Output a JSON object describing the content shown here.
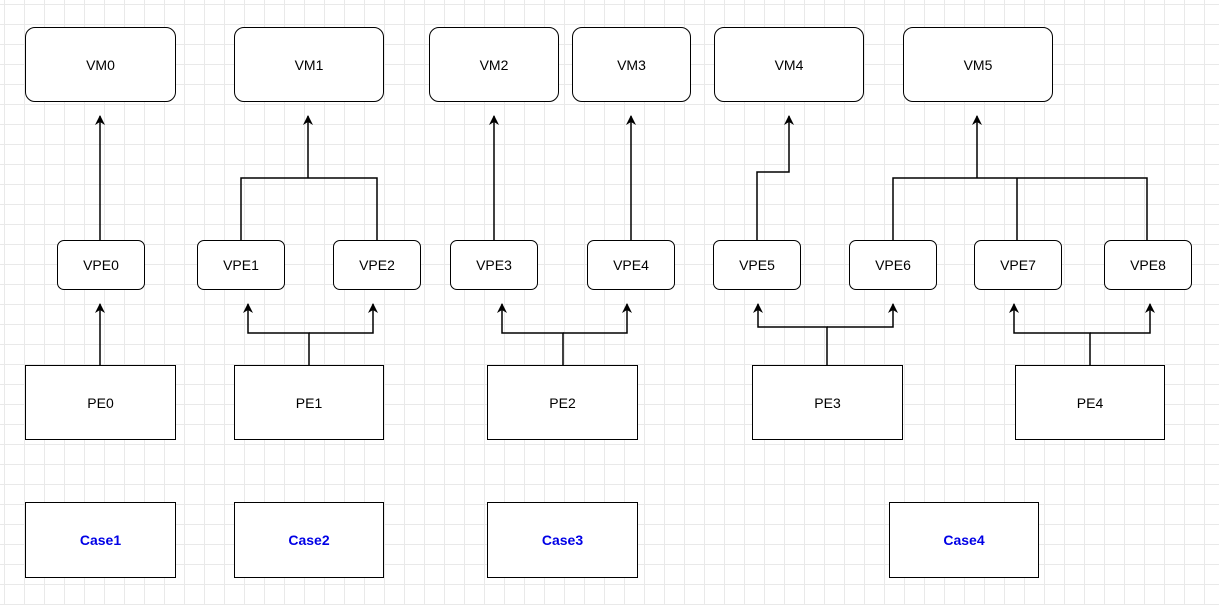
{
  "diagram": {
    "vms": [
      "VM0",
      "VM1",
      "VM2",
      "VM3",
      "VM4",
      "VM5"
    ],
    "vpes": [
      "VPE0",
      "VPE1",
      "VPE2",
      "VPE3",
      "VPE4",
      "VPE5",
      "VPE6",
      "VPE7",
      "VPE8"
    ],
    "pes": [
      "PE0",
      "PE1",
      "PE2",
      "PE3",
      "PE4"
    ],
    "cases": [
      "Case1",
      "Case2",
      "Case3",
      "Case4"
    ],
    "colors": {
      "case_text": "#0000e6",
      "stroke": "#000000",
      "grid": "#e9e9e9"
    }
  }
}
